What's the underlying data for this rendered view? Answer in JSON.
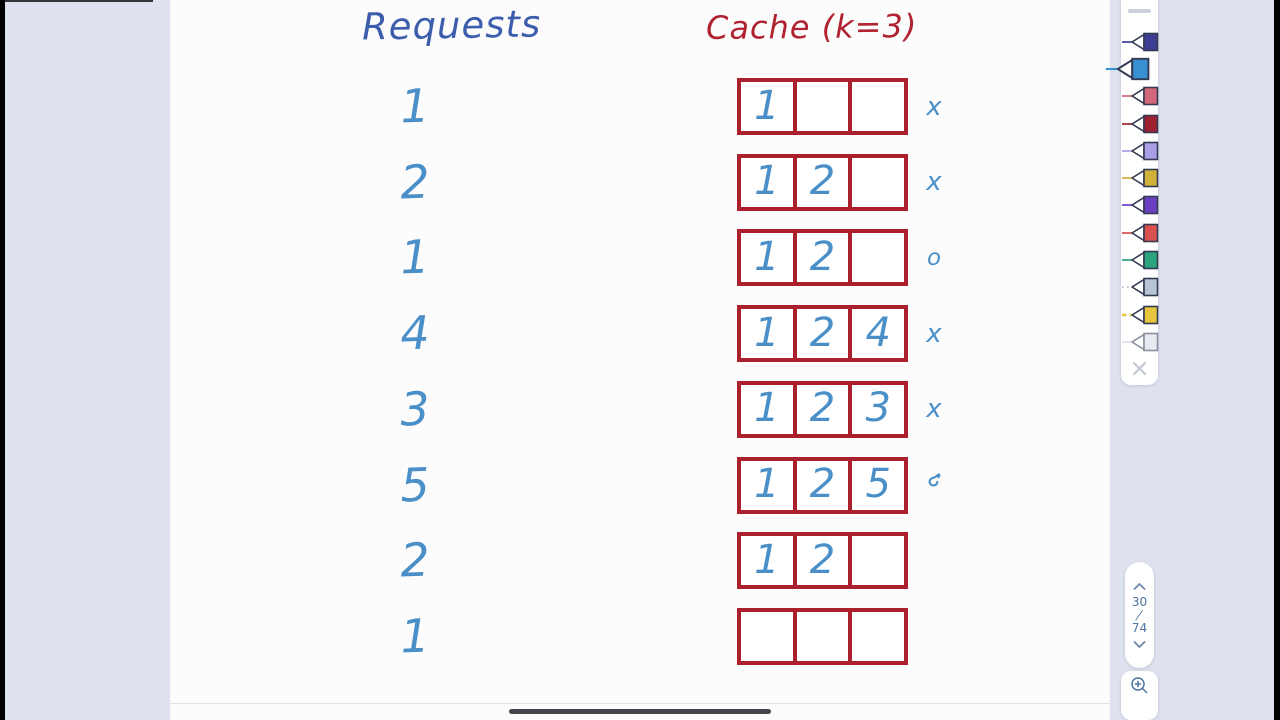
{
  "titles": {
    "requests": "Requests",
    "cache": "Cache (k=3)"
  },
  "colors": {
    "ink_blue": "#4a8fc8",
    "title_blue": "#3c5cac",
    "crimson": "#b0222f",
    "box_border": "#ac202d",
    "panel_text": "#4e76a2",
    "workspace_bg": "#dee2ee"
  },
  "rows": [
    {
      "request": "1",
      "cells": [
        "1",
        "",
        ""
      ],
      "mark": "x"
    },
    {
      "request": "2",
      "cells": [
        "1",
        "2",
        ""
      ],
      "mark": "x"
    },
    {
      "request": "1",
      "cells": [
        "1",
        "2",
        ""
      ],
      "mark": "o"
    },
    {
      "request": "4",
      "cells": [
        "1",
        "2",
        "4"
      ],
      "mark": "x"
    },
    {
      "request": "3",
      "cells": [
        "1",
        "2",
        "3"
      ],
      "mark": "x"
    },
    {
      "request": "5",
      "cells": [
        "1",
        "2",
        "5"
      ],
      "mark": "o-partial"
    },
    {
      "request": "2",
      "cells": [
        "1",
        "2",
        ""
      ],
      "mark": ""
    },
    {
      "request": "1",
      "cells": [
        "",
        "",
        ""
      ],
      "mark": ""
    }
  ],
  "pen_toolbar": {
    "pens": [
      {
        "id": "navy",
        "icon": "pen-icon",
        "color": "#3d3d94",
        "style": "solid",
        "selected": false
      },
      {
        "id": "sky-blue",
        "icon": "pen-icon",
        "color": "#3890d2",
        "style": "solid",
        "selected": true
      },
      {
        "id": "pink",
        "icon": "pen-icon",
        "color": "#d2687a",
        "style": "solid",
        "selected": false
      },
      {
        "id": "dark-red",
        "icon": "pen-icon",
        "color": "#9e2230",
        "style": "solid",
        "selected": false
      },
      {
        "id": "lavender",
        "icon": "pen-icon",
        "color": "#aa9fe4",
        "style": "solid",
        "selected": false
      },
      {
        "id": "yellow",
        "icon": "pen-icon",
        "color": "#d0b13a",
        "style": "solid",
        "selected": false
      },
      {
        "id": "purple",
        "icon": "pen-icon",
        "color": "#6b3fc4",
        "style": "solid",
        "selected": false
      },
      {
        "id": "red",
        "icon": "pen-icon",
        "color": "#d9504e",
        "style": "solid",
        "selected": false
      },
      {
        "id": "green",
        "icon": "pen-icon",
        "color": "#2aa37f",
        "style": "solid",
        "selected": false
      },
      {
        "id": "gray-dotted",
        "icon": "pen-icon",
        "color": "#b7c3d6",
        "style": "dotted",
        "selected": false
      },
      {
        "id": "yellow-dashed",
        "icon": "pen-icon",
        "color": "#e6c63d",
        "style": "dashed",
        "selected": false
      },
      {
        "id": "white",
        "icon": "pen-icon",
        "color": "#e8eaf0",
        "style": "faint",
        "selected": false
      }
    ]
  },
  "page_nav": {
    "current": "30",
    "total": "74",
    "slash": "/"
  }
}
